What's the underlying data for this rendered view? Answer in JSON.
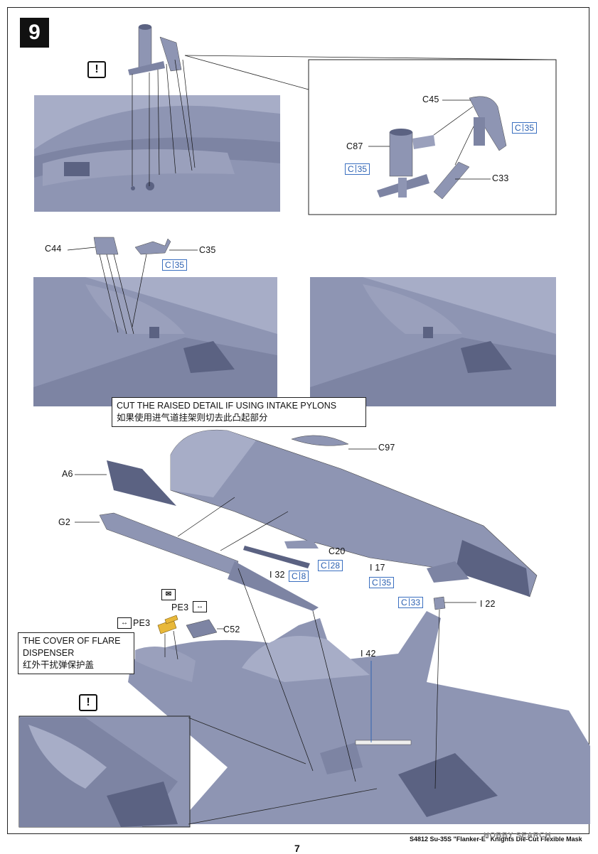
{
  "step_number": "9",
  "caution_icon_glyph": "!",
  "labels": {
    "c45": "C45",
    "c87": "C87",
    "c33": "C33",
    "c44": "C44",
    "c35": "C35",
    "c97": "C97",
    "a6": "A6",
    "g2": "G2",
    "c20": "C20",
    "i17": "I 17",
    "i32": "I 32",
    "i22": "I 22",
    "i42": "I 42",
    "c52": "C52",
    "pe3_a": "PE3",
    "pe3_b": "PE3"
  },
  "color_refs": {
    "c35_a": {
      "letter": "C",
      "num": "35"
    },
    "c35_b": {
      "letter": "C",
      "num": "35"
    },
    "c35_c": {
      "letter": "C",
      "num": "35"
    },
    "c35_d": {
      "letter": "C",
      "num": "35"
    },
    "c28": {
      "letter": "C",
      "num": "28"
    },
    "c8": {
      "letter": "C",
      "num": "8"
    },
    "c33": {
      "letter": "C",
      "num": "33"
    }
  },
  "notes": {
    "intake_en": "CUT THE RAISED DETAIL IF USING INTAKE PYLONS",
    "intake_zh": "如果使用进气道挂架则切去此凸起部分",
    "flare_en_1": "THE COVER OF FLARE",
    "flare_en_2": "DISPENSER",
    "flare_zh": "红外干扰弹保护盖"
  },
  "footer": "S4812 Su-35S \"Flanker-E\" Knights Die-Cut Flexible Mask",
  "watermark": "HOBBY SEARCH",
  "page_number": "7",
  "colors": {
    "model_gray": "#8e95b3",
    "model_dark": "#5b6282",
    "model_light": "#b8bdd3",
    "ref_blue": "#2a5fb0"
  }
}
